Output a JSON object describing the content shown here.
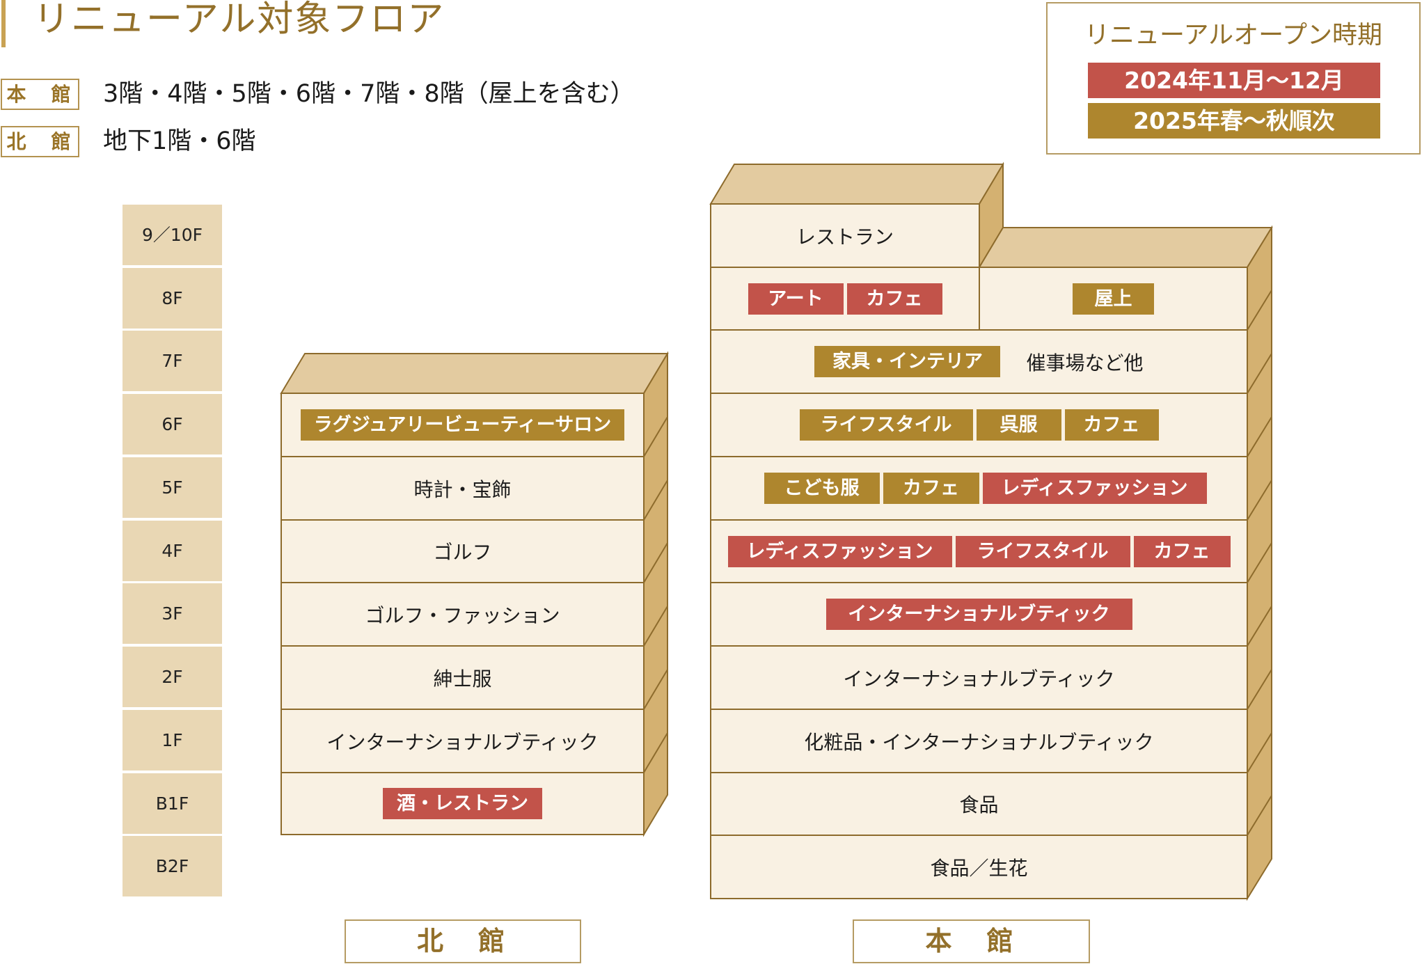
{
  "header": {
    "title": "リニューアル対象フロア",
    "buildings": [
      {
        "label": "本　館",
        "floors_text": "3階・4階・5階・6階・7階・8階（屋上を含む）"
      },
      {
        "label": "北　館",
        "floors_text": "地下1階・6階"
      }
    ]
  },
  "open_period": {
    "title": "リニューアルオープン時期",
    "periods": [
      {
        "id": "2024",
        "label": "2024年11月〜12月",
        "color": "#c2534a"
      },
      {
        "id": "2025",
        "label": "2025年春〜秋順次",
        "color": "#ae862e"
      }
    ]
  },
  "colors": {
    "accent_gold": "#93702a",
    "period_2024": "#c2534a",
    "period_2025": "#ae862e",
    "floor_label_bg": "#e9d7b4",
    "building_front": "#f9f1e3",
    "building_top": "#e3cba0",
    "building_side": "#d4b171",
    "outline": "#8d6b2c"
  },
  "floor_labels": [
    "9／10F",
    "8F",
    "7F",
    "6F",
    "5F",
    "4F",
    "3F",
    "2F",
    "1F",
    "B1F",
    "B2F"
  ],
  "north_building": {
    "name": "北　館",
    "floors": [
      {
        "floor": "6F",
        "items": [
          {
            "label": "ラグジュアリービューティーサロン",
            "period": "2025"
          }
        ]
      },
      {
        "floor": "5F",
        "text": "時計・宝飾"
      },
      {
        "floor": "4F",
        "text": "ゴルフ"
      },
      {
        "floor": "3F",
        "text": "ゴルフ・ファッション"
      },
      {
        "floor": "2F",
        "text": "紳士服"
      },
      {
        "floor": "1F",
        "text": "インターナショナルブティック"
      },
      {
        "floor": "B1F",
        "items": [
          {
            "label": "酒・レストラン",
            "period": "2024"
          }
        ]
      }
    ]
  },
  "main_building": {
    "name": "本　館",
    "floors": [
      {
        "floor": "9/10F",
        "text": "レストラン"
      },
      {
        "floor": "8F",
        "left_items": [
          {
            "label": "アート",
            "period": "2024"
          },
          {
            "label": "カフェ",
            "period": "2024"
          }
        ],
        "right_items": [
          {
            "label": "屋上",
            "period": "2025"
          }
        ]
      },
      {
        "floor": "7F",
        "items": [
          {
            "label": "家具・インテリア",
            "period": "2025"
          }
        ],
        "text": "催事場など他"
      },
      {
        "floor": "6F",
        "items": [
          {
            "label": "ライフスタイル",
            "period": "2025"
          },
          {
            "label": "呉服",
            "period": "2025"
          },
          {
            "label": "カフェ",
            "period": "2025"
          }
        ]
      },
      {
        "floor": "5F",
        "items": [
          {
            "label": "こども服",
            "period": "2025"
          },
          {
            "label": "カフェ",
            "period": "2025"
          },
          {
            "label": "レディスファッション",
            "period": "2024"
          }
        ]
      },
      {
        "floor": "4F",
        "items": [
          {
            "label": "レディスファッション",
            "period": "2024"
          },
          {
            "label": "ライフスタイル",
            "period": "2024"
          },
          {
            "label": "カフェ",
            "period": "2024"
          }
        ]
      },
      {
        "floor": "3F",
        "items": [
          {
            "label": "インターナショナルブティック",
            "period": "2024"
          }
        ]
      },
      {
        "floor": "2F",
        "text": "インターナショナルブティック"
      },
      {
        "floor": "1F",
        "text": "化粧品・インターナショナルブティック"
      },
      {
        "floor": "B1F",
        "text": "食品"
      },
      {
        "floor": "B2F",
        "text": "食品／生花"
      }
    ]
  }
}
